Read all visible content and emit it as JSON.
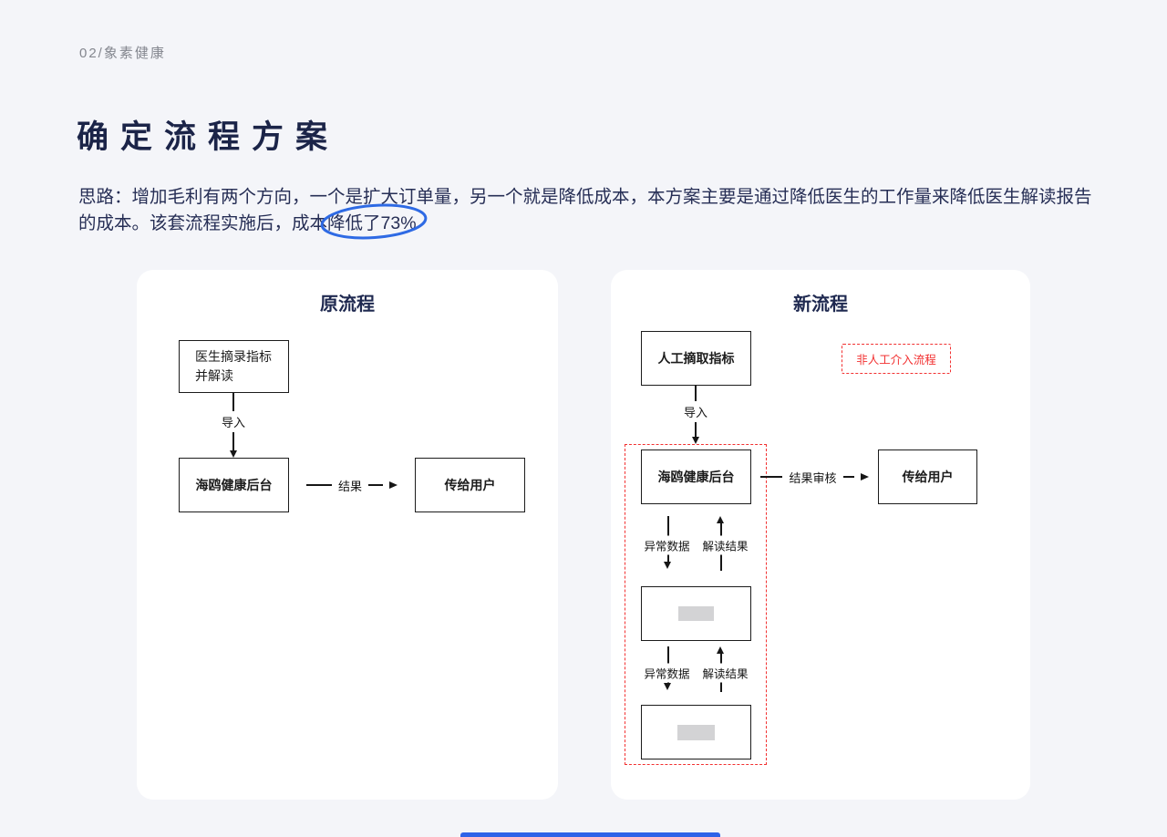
{
  "page": {
    "section_label": "02/象素健康",
    "title": "确定流程方案",
    "intro_line1": "思路：增加毛利有两个方向，一个是扩大订单量，另一个就是降低成本，本方案主要是通过降低医生的工作量来降低医生解读报告",
    "intro_line2_prefix": "的成本。该套流程实施后，成本",
    "intro_highlight": "降低了73%"
  },
  "old_flow": {
    "title": "原流程",
    "node_doctor_line1": "医生摘录指标",
    "node_doctor_line2": "并解读",
    "edge_import": "导入",
    "node_backend": "海鸥健康后台",
    "edge_result": "结果",
    "node_deliver": "传给用户"
  },
  "new_flow": {
    "title": "新流程",
    "node_manual": "人工摘取指标",
    "legend_badge": "非人工介入流程",
    "edge_import": "导入",
    "node_backend": "海鸥健康后台",
    "edge_review": "结果审核",
    "node_deliver": "传给用户",
    "edge_abnormal": "异常数据",
    "edge_interpret": "解读结果"
  },
  "colors": {
    "background": "#f4f5f9",
    "heading": "#1b2448",
    "body_text": "#262e55",
    "annotation_blue": "#2e6ae4",
    "alert_red": "#f23131",
    "diagram_stroke": "#161616",
    "redaction_gray": "#d3d3d5",
    "accent_bar": "#2e63e8"
  }
}
